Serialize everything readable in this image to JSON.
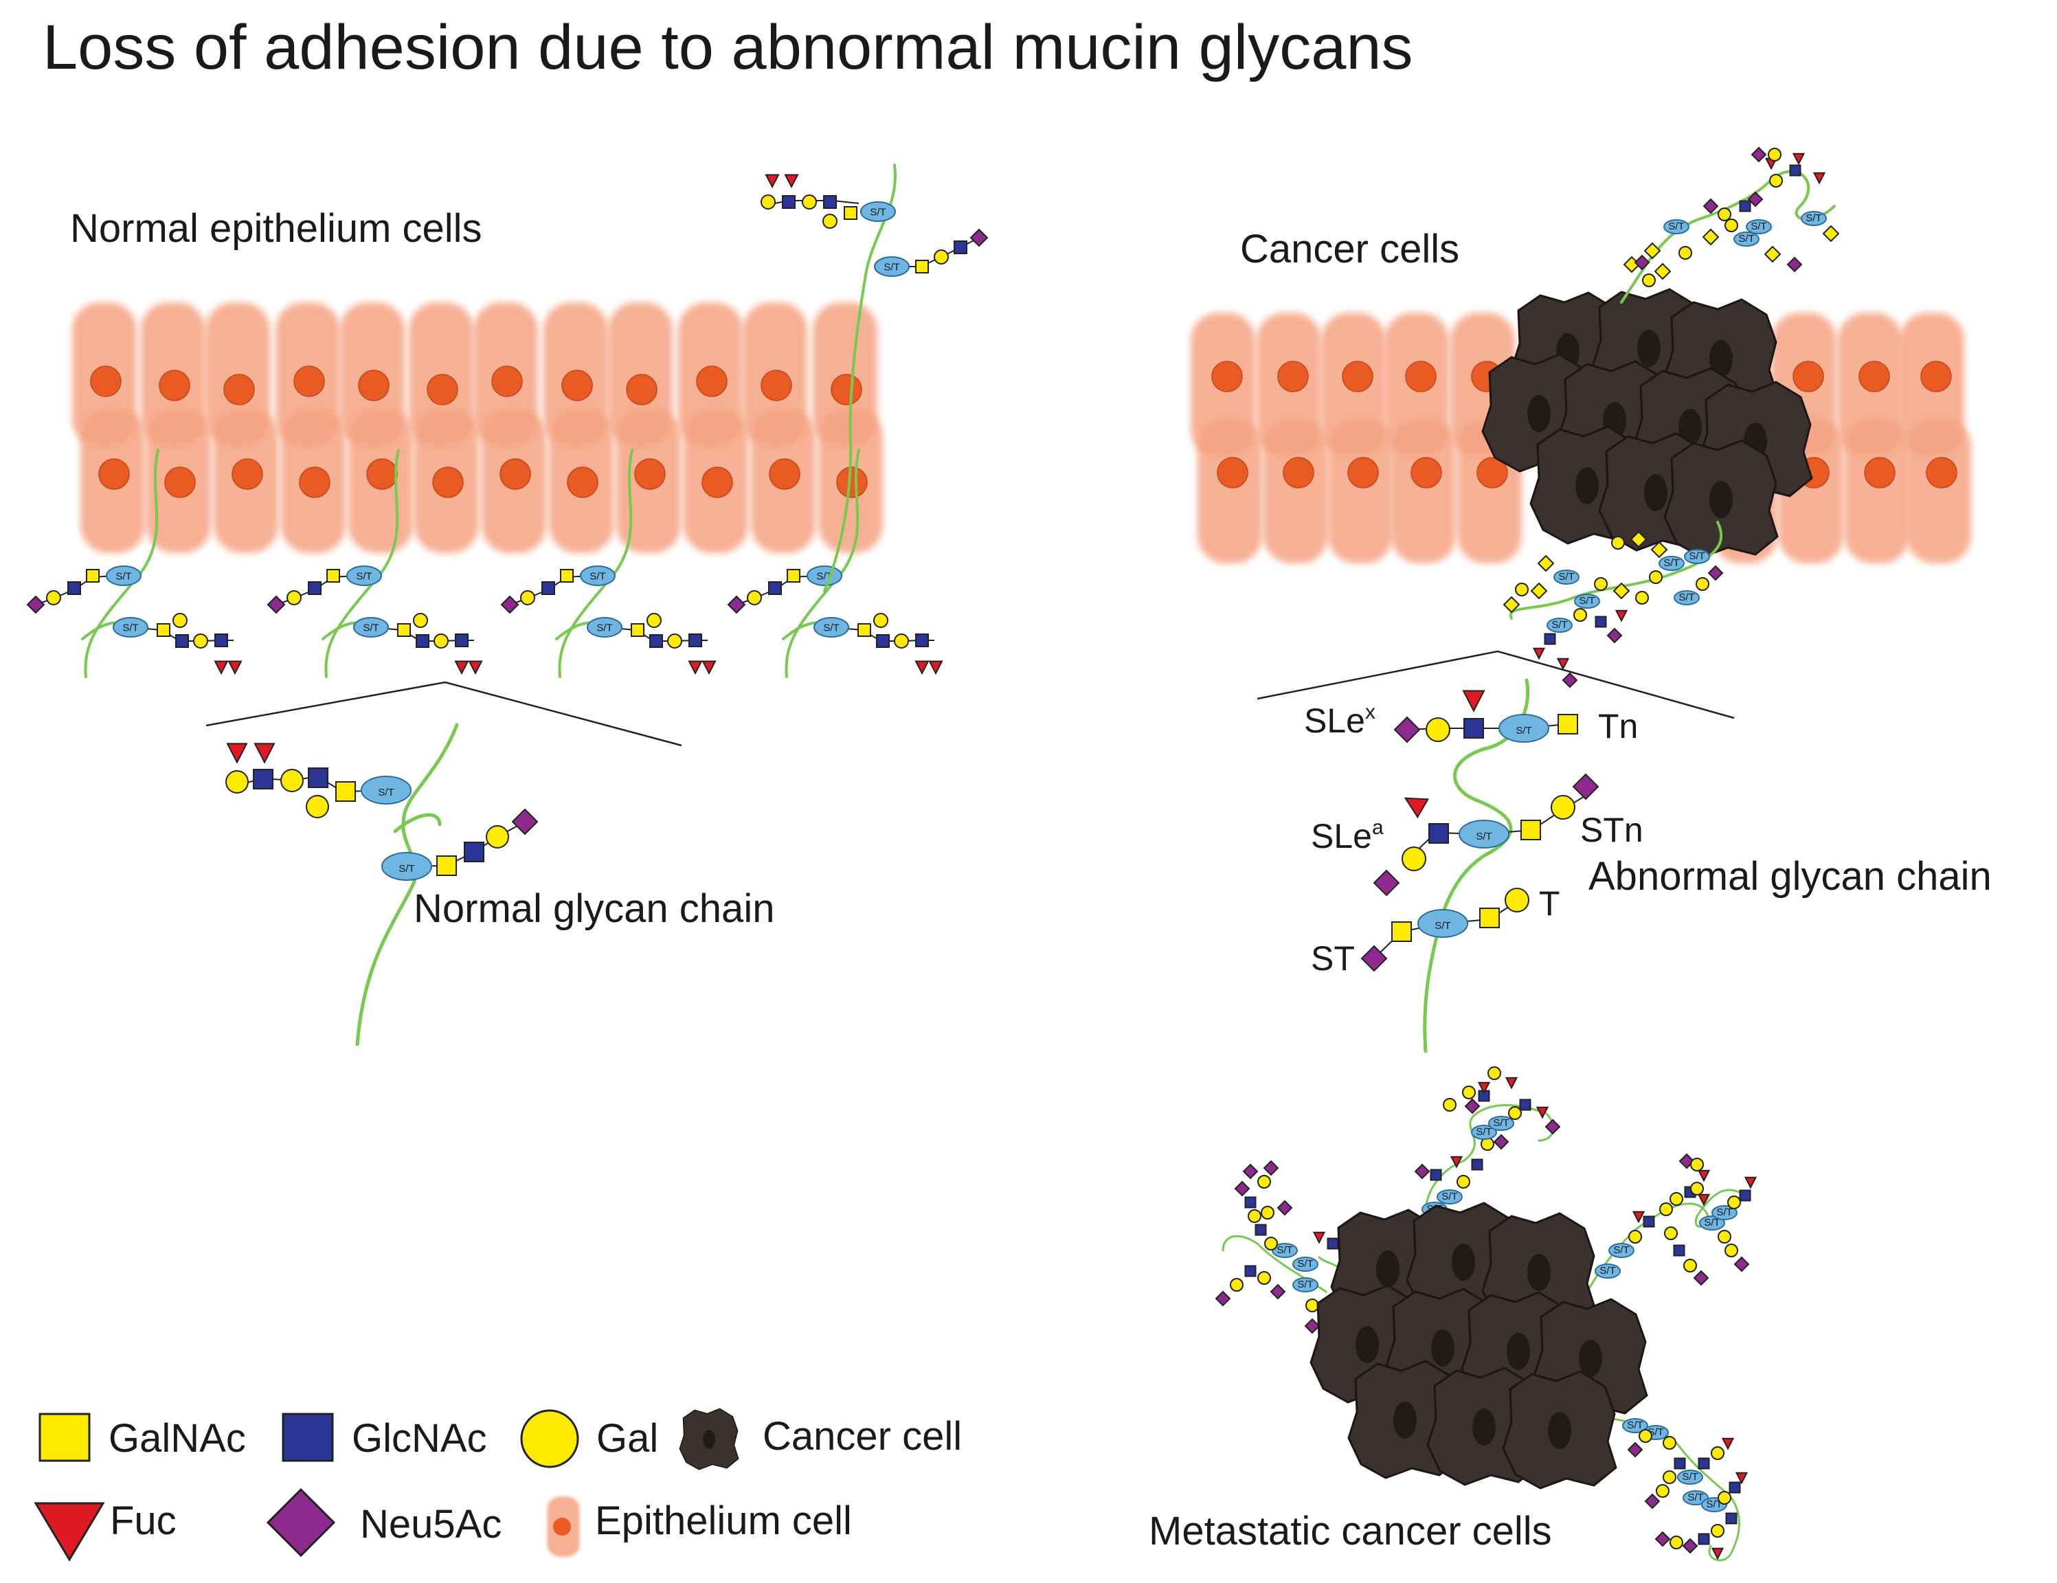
{
  "title": "Loss of adhesion due to abnormal mucin glycans",
  "labels": {
    "normal_cells": "Normal epithelium cells",
    "normal_chain": "Normal glycan chain",
    "cancer_cells": "Cancer cells",
    "abnormal_chain": "Abnormal glycan chain",
    "metastatic": "Metastatic cancer cells"
  },
  "glycan_labels": {
    "slex_base": "SLe",
    "slex_sup": "x",
    "slea_base": "SLe",
    "slea_sup": "a",
    "tn": "Tn",
    "stn": "STn",
    "t": "T",
    "st": "ST"
  },
  "site_label": "S/T",
  "legend": {
    "galnac": "GalNAc",
    "glcnac": "GlcNAc",
    "gal": "Gal",
    "cancer_cell": "Cancer cell",
    "fuc": "Fuc",
    "neu5ac": "Neu5Ac",
    "epithelium_cell": "Epithelium cell"
  },
  "colors": {
    "galnac": "#ffeb00",
    "glcnac": "#2b3596",
    "gal": "#ffeb00",
    "fuc": "#e01a22",
    "neu5ac": "#8e2a8e",
    "site": "#6fb6e3",
    "chain": "#77c950",
    "epithelium": "#f4a07e",
    "nucleus": "#ea5a23",
    "cancer": "#3e3431"
  }
}
